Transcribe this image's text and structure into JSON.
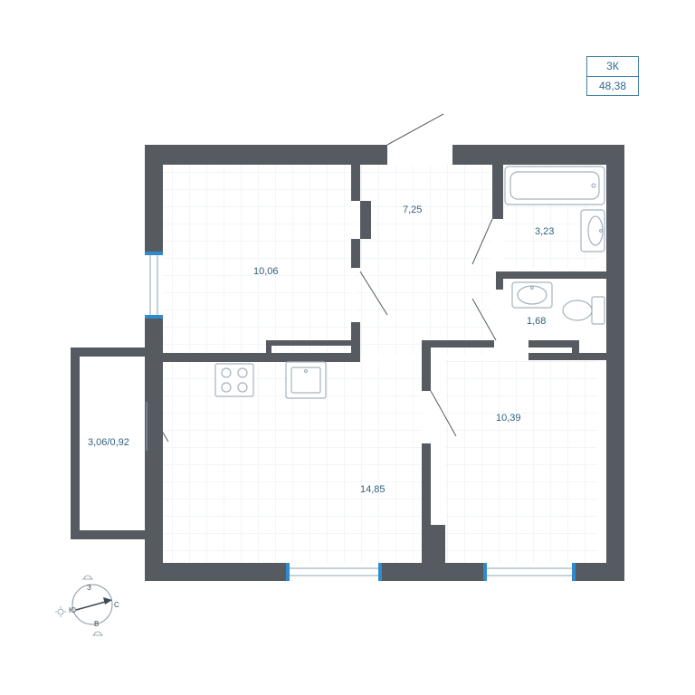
{
  "apartment": {
    "type": "3К",
    "area": "48,38"
  },
  "rooms": [
    {
      "id": "living",
      "area": "10,06"
    },
    {
      "id": "hall",
      "area": "7,25"
    },
    {
      "id": "bathroom",
      "area": "3,23"
    },
    {
      "id": "toilet",
      "area": "1,68"
    },
    {
      "id": "kitchen",
      "area": "14,85"
    },
    {
      "id": "bedroom",
      "area": "10,39"
    },
    {
      "id": "balcony",
      "area": "3,06/0,92"
    }
  ],
  "compass": {
    "north": "З",
    "east": "С",
    "south": "В",
    "west": "Ю"
  },
  "colors": {
    "wall": "#555b60",
    "grid": "#e4ecf2",
    "window": "#2f8ccc",
    "label": "#2f5f7c"
  }
}
